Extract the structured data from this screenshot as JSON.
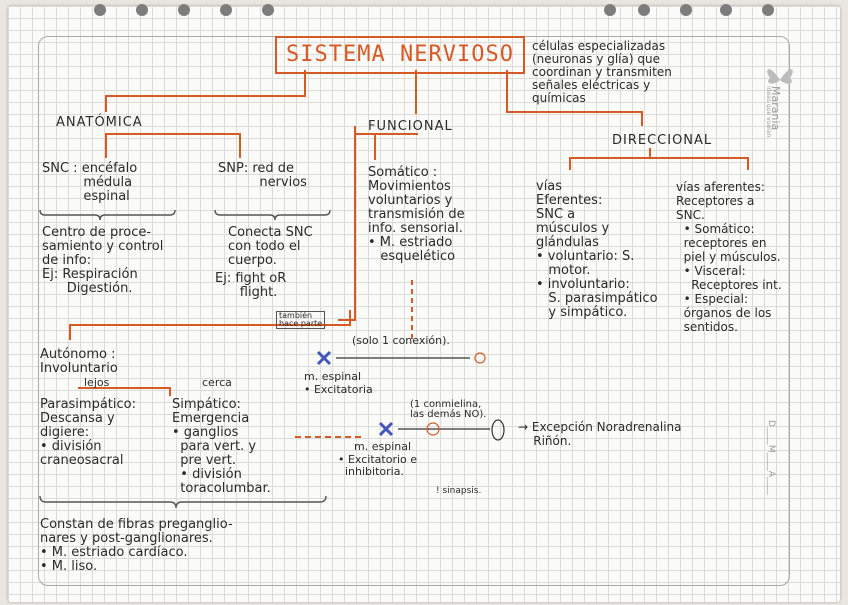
{
  "title": "SISTEMA NERVIOSO",
  "definition": "células especializadas\n(neuronas y glía) que\ncoordinan y transmiten\nseñales eléctricas y\nquímicas",
  "anatomica": "ANATÓMICA",
  "funcional": "FUNCIONAL",
  "direccional": "DIRECCIONAL",
  "snc": "SNC : encéfalo\n          médula\n          espinal",
  "snp": "SNP: red de\n          nervios",
  "centro": "Centro de proce-\nsamiento y control\nde info:",
  "ej1": "Ej: Respiración\n      Digestión.",
  "conecta": "Conecta SNC\ncon todo el\ncuerpo.",
  "ej2": "Ej: fight oR\n      flight.",
  "tambien": "también\nhace parte",
  "somatico": "Somático :\nMovimientos\nvoluntarios y\ntransmisión de\ninfo. sensorial.\n• M. estriado\n   esquelético",
  "eferentes": "vías\nEferentes:\nSNC a\nmúsculos y\nglándulas\n• voluntario: S.\n   motor.\n• involuntario:\n   S. parasimpático\n   y simpático.",
  "aferentes": "vías aferentes:\nReceptores a\nSNC.\n  • Somático:\n  receptores en\n  piel y músculos.\n  • Visceral:\n    Receptores int.\n  • Especial:\n  órganos de los\n  sentidos.",
  "autonomo": "Autónomo :\nInvoluntario",
  "lejos": "lejos",
  "cerca": "cerca",
  "parasimpatico": "Parasimpático:\nDescansa y\ndigiere:\n• división\ncraneosacral",
  "simpatico": "Simpático:\nEmergencia\n• ganglios\n  para vert. y\n  pre vert.\n  • división\n  toracolumbar.",
  "solo": "(solo 1 conexión).",
  "mespinal1": "m. espinal",
  "excitatoria": "• Excitatoria",
  "uno": "(1 conmielina,\nlas demás NO).",
  "mespinal2": "m. espinal",
  "excinhib": "• Excitatorio e\n  inhibitoria.",
  "sinapsis": "! sinapsis.",
  "excepcion": "→ Excepción Noradrenalina\n    Riñón.",
  "constan": "Constan de fibras preganglio-\nnares y post-ganglionares.\n• M. estriado cardíaco.\n• M. liso.",
  "brand": "Marania",
  "brand_sub": "ideas que vuelan",
  "margin_right": "D____M____A____",
  "colors": {
    "accent": "#d65a25",
    "ink": "#2a2a2a",
    "grid": "#dcdcd6"
  }
}
